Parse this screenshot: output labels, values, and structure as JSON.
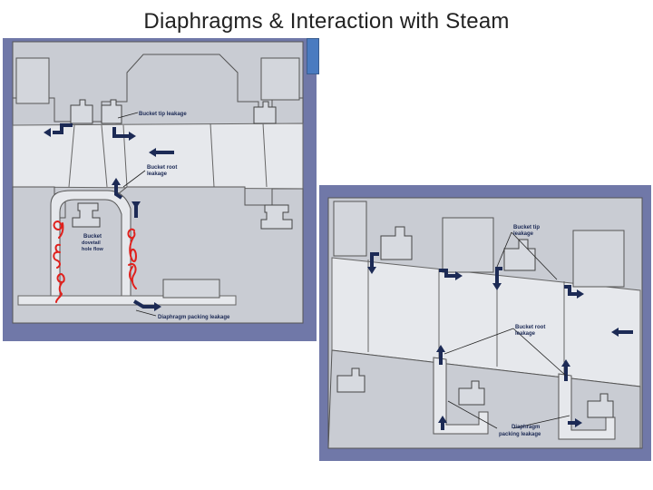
{
  "page": {
    "title": "Diaphragms & Interaction with Steam"
  },
  "left_diagram": {
    "labels": {
      "bucket_tip_leakage": "Bucket tip leakage",
      "bucket_root_leakage_1": "Bucket root",
      "bucket_root_leakage_2": "leakage",
      "bucket_dovetail_1": "Bucket",
      "bucket_dovetail_2": "dovetail",
      "bucket_dovetail_3": "hole flow",
      "diaphragm_packing_leakage": "Diaphragm packing leakage"
    }
  },
  "right_diagram": {
    "labels": {
      "bucket_tip_leakage_1": "Bucket tip",
      "bucket_tip_leakage_2": "leakage",
      "bucket_root_leakage_1": "Bucket root",
      "bucket_root_leakage_2": "leakage",
      "diaphragm_packing_leakage_1": "Diaphragm",
      "diaphragm_packing_leakage_2": "packing leakage"
    }
  },
  "colors": {
    "frame": "#7078a8",
    "panel": "#c8ccd4",
    "steam_path": "#e6e8ec",
    "arrow": "#1c2a55",
    "ink": "#e0201c"
  }
}
